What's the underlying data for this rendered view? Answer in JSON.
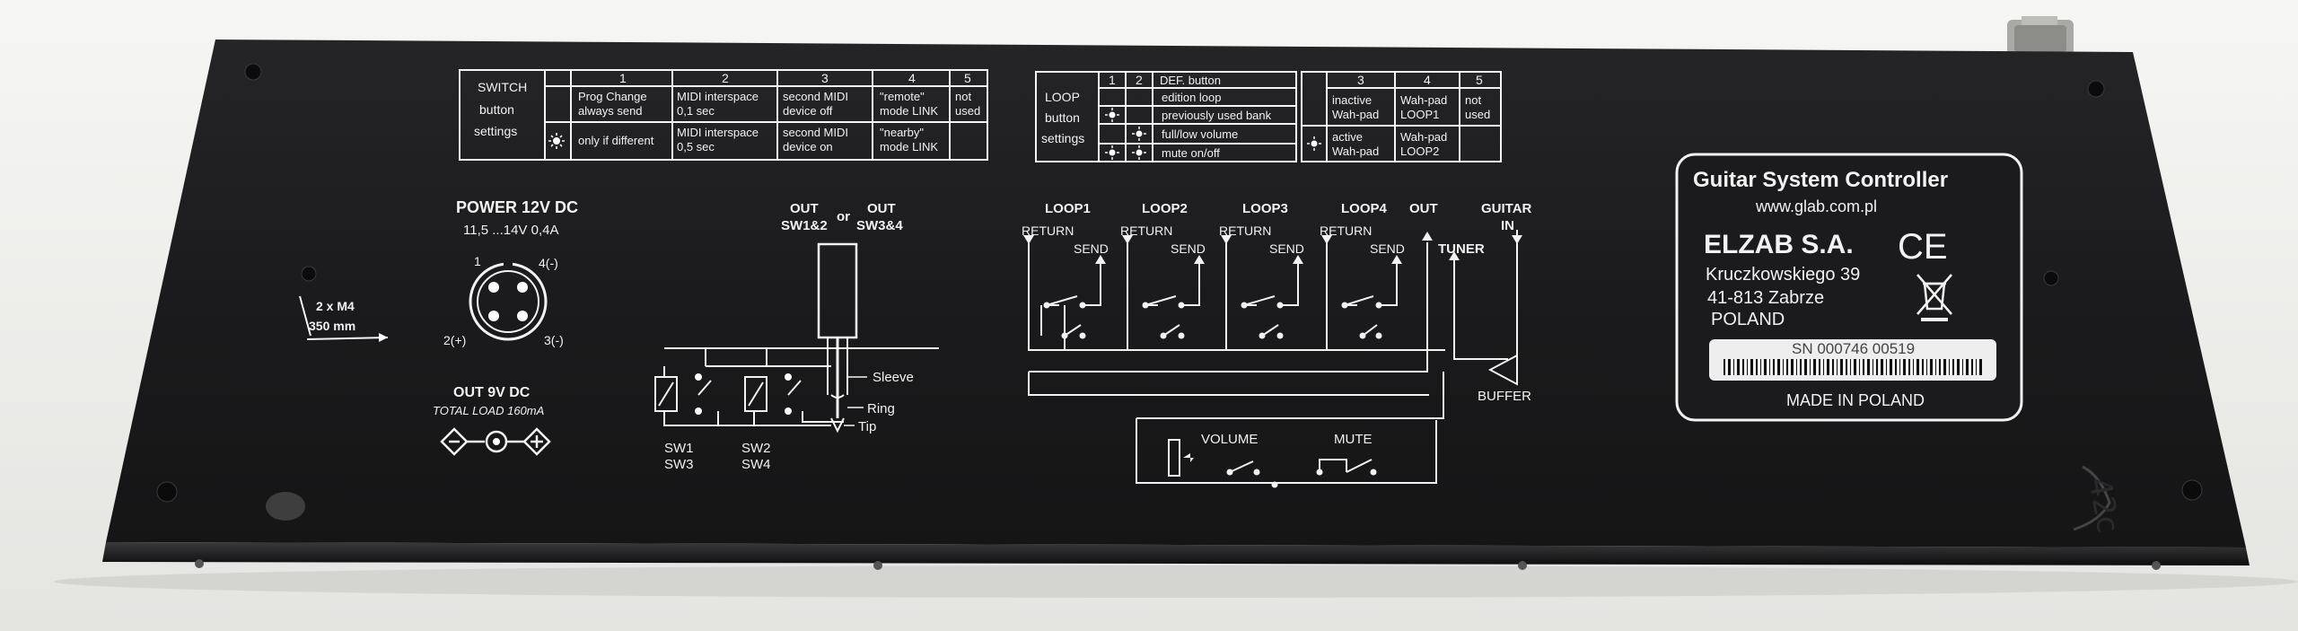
{
  "panel": {
    "colors": {
      "panel": "#1b1b1d",
      "print": "#f2f2f2",
      "background": "#f2f2f0"
    }
  },
  "switch_table": {
    "title": [
      "SWITCH",
      "button",
      "settings"
    ],
    "columns": [
      "1",
      "2",
      "3",
      "4",
      "5"
    ],
    "rows": [
      {
        "indicator": "",
        "cells": [
          "Prog Change always send",
          "MIDI interspace 0,1 sec",
          "second MIDI device off",
          "\"remote\" mode LINK",
          "not used"
        ]
      },
      {
        "indicator": "led-icon",
        "cells": [
          "only if different",
          "MIDI interspace 0,5 sec",
          "second MIDI device on",
          "\"nearby\" mode LINK",
          ""
        ]
      }
    ]
  },
  "loop_table": {
    "title": [
      "LOOP",
      "button",
      "settings"
    ],
    "sub_columns": [
      "1",
      "2"
    ],
    "def_header": "DEF. button",
    "def_rows": [
      "edition loop",
      "previously used bank",
      "full/low volume",
      "mute on/off"
    ],
    "columns": [
      "3",
      "4",
      "5"
    ],
    "rows": [
      {
        "indicator": "",
        "cells": [
          "inactive Wah-pad",
          "Wah-pad LOOP1",
          "not used"
        ]
      },
      {
        "indicator": "led-icon",
        "cells": [
          "active Wah-pad",
          "Wah-pad LOOP2",
          ""
        ]
      }
    ]
  },
  "power": {
    "title": "POWER 12V DC",
    "spec": "11,5 ...14V  0,4A",
    "pins": [
      "1",
      "4(-)",
      "2(+)",
      "3(-)"
    ]
  },
  "mount": {
    "label1": "2 x M4",
    "label2": "350 mm"
  },
  "out9v": {
    "title": "OUT 9V DC",
    "load": "TOTAL LOAD 160mA"
  },
  "jack": {
    "out_left": [
      "OUT",
      "SW1&2"
    ],
    "or": "or",
    "out_right": [
      "OUT",
      "SW3&4"
    ],
    "sleeve": "Sleeve",
    "ring": "Ring",
    "tip": "Tip",
    "sw_left": [
      "SW1",
      "SW3"
    ],
    "sw_right": [
      "SW2",
      "SW4"
    ]
  },
  "loops": {
    "labels": [
      "LOOP1",
      "LOOP2",
      "LOOP3",
      "LOOP4"
    ],
    "return": "RETURN",
    "send": "SEND",
    "out": "OUT",
    "tuner": "TUNER",
    "guitar": [
      "GUITAR",
      "IN"
    ],
    "buffer": "BUFFER",
    "volume": "VOLUME",
    "mute": "MUTE"
  },
  "label_plate": {
    "product": "Guitar System Controller",
    "url": "www.glab.com.pl",
    "company": "ELZAB S.A.",
    "ce": "CE",
    "street": "Kruczkowskiego 39",
    "city": "41-813 Zabrze",
    "country": "POLAND",
    "serial": "SN 000746 00519",
    "made_in": "MADE IN POLAND"
  },
  "handwriting": "42c"
}
